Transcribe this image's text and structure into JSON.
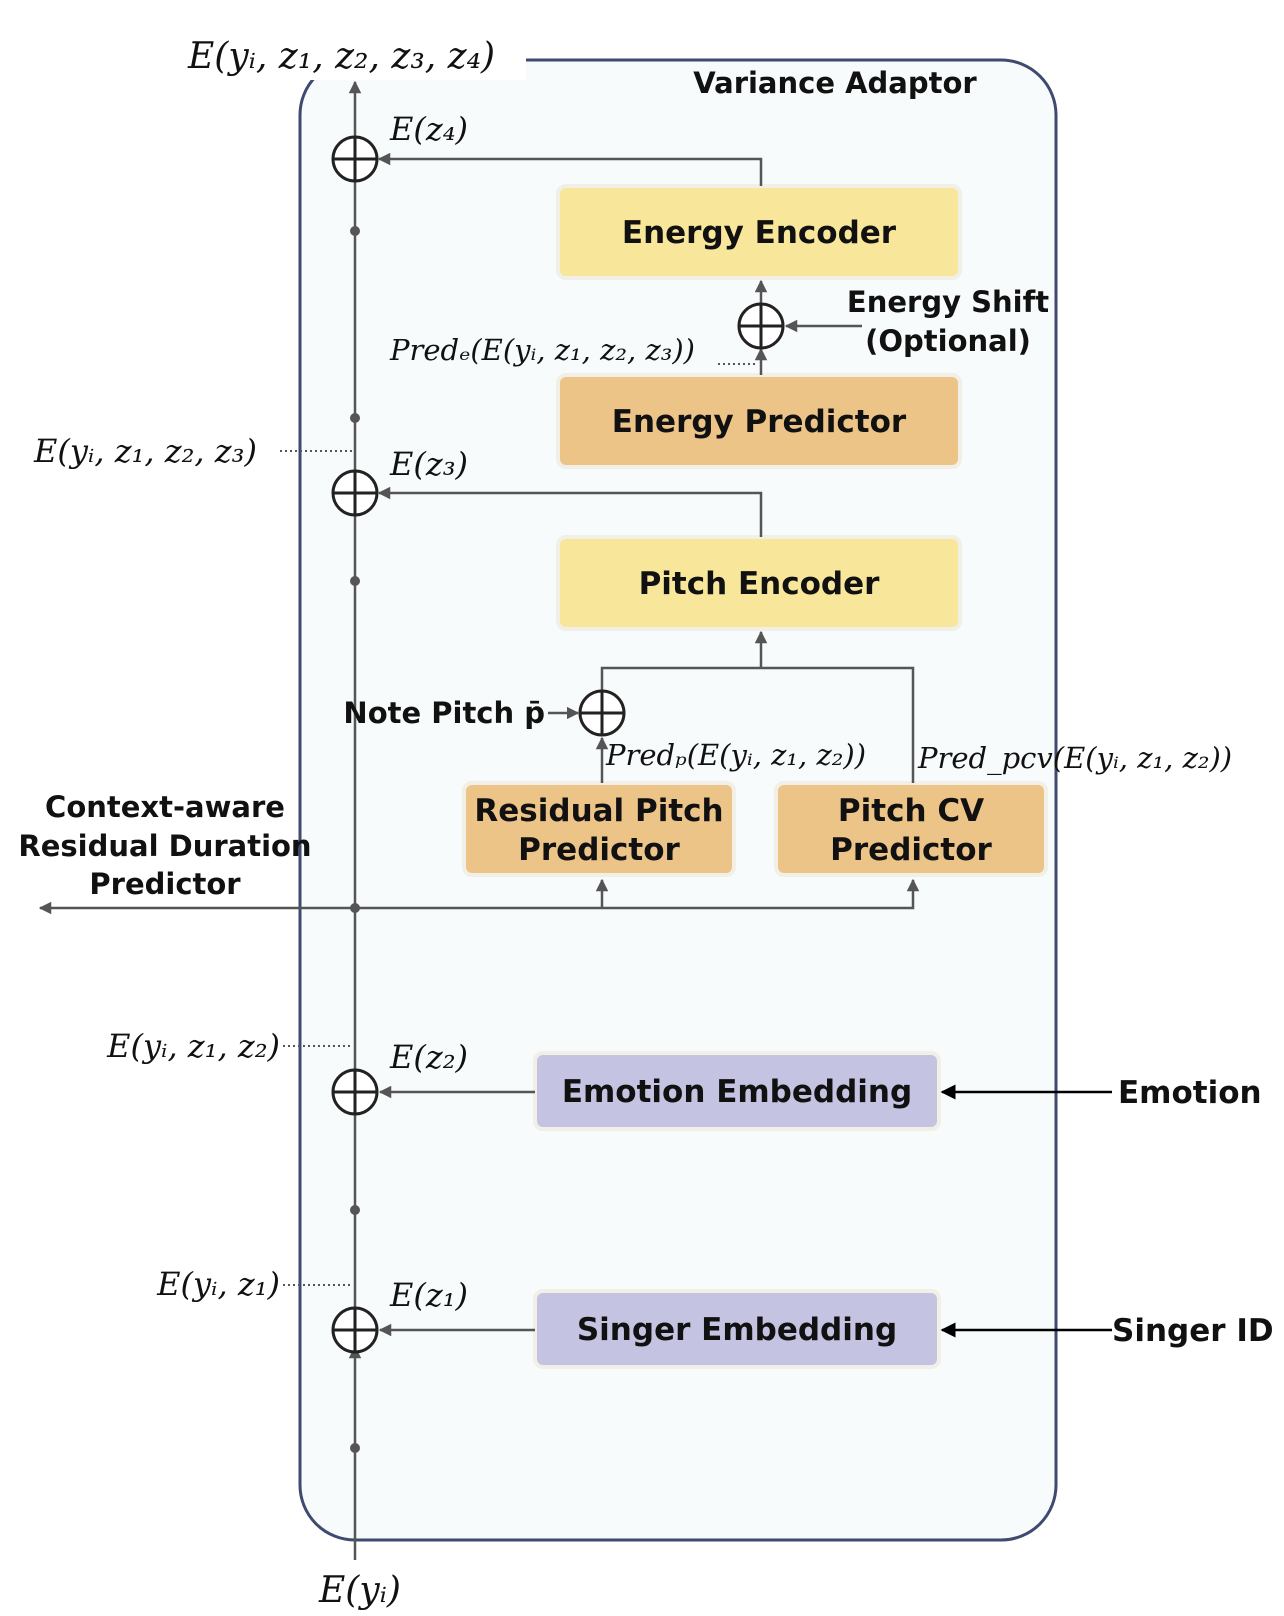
{
  "container_title": "Variance Adaptor",
  "blocks": {
    "energy_encoder": "Energy Encoder",
    "energy_predictor": "Energy Predictor",
    "pitch_encoder": "Pitch Encoder",
    "residual_pitch_predictor_line1": "Residual Pitch",
    "residual_pitch_predictor_line2": "Predictor",
    "pitch_cv_predictor_line1": "Pitch CV",
    "pitch_cv_predictor_line2": "Predictor",
    "emotion_embedding": "Emotion Embedding",
    "singer_embedding": "Singer Embedding"
  },
  "inputs": {
    "emotion": "Emotion",
    "singer_id": "Singer ID",
    "energy_shift_line1": "Energy Shift",
    "energy_shift_line2": "(Optional)",
    "note_pitch": "Note Pitch p̄"
  },
  "outputs": {
    "duration_line1": "Context-aware",
    "duration_line2": "Residual Duration",
    "duration_line3": "Predictor"
  },
  "math": {
    "top_output": "E(yᵢ, z₁, z₂, z₃, z₄)",
    "bottom_input": "E(yᵢ)",
    "e_yi_z1": "E(yᵢ, z₁)",
    "e_yi_z1_z2": "E(yᵢ, z₁, z₂)",
    "e_yi_z1_z2_z3": "E(yᵢ, z₁, z₂, z₃)",
    "e_z1": "E(z₁)",
    "e_z2": "E(z₂)",
    "e_z3": "E(z₃)",
    "e_z4": "E(z₄)",
    "pred_e": "Predₑ(E(yᵢ, z₁, z₂, z₃))",
    "pred_p": "Predₚ(E(yᵢ, z₁, z₂))",
    "pred_pcv": "Pred_pcv(E(yᵢ, z₁, z₂))"
  },
  "colors": {
    "container_border": "#3f4a6e",
    "container_fill": "#f7fbfb",
    "encoder_fill": "#f8e79b",
    "predictor_fill": "#ecc488",
    "embedding_fill": "#c4c3e2",
    "line": "#555555"
  }
}
